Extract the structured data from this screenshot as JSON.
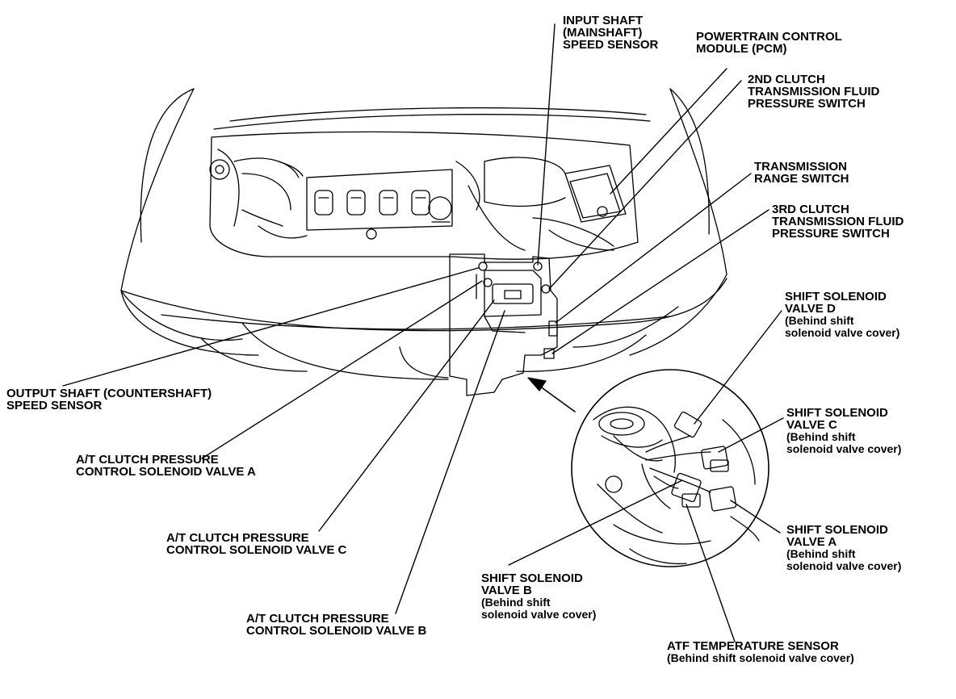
{
  "callouts": {
    "input_shaft": [
      "INPUT SHAFT",
      "(MAINSHAFT)",
      "SPEED SENSOR"
    ],
    "pcm": [
      "POWERTRAIN CONTROL",
      "MODULE (PCM)"
    ],
    "second_clutch": [
      "2ND CLUTCH",
      "TRANSMISSION FLUID",
      "PRESSURE SWITCH"
    ],
    "range_switch": [
      "TRANSMISSION",
      "RANGE SWITCH"
    ],
    "third_clutch": [
      "3RD CLUTCH",
      "TRANSMISSION FLUID",
      "PRESSURE SWITCH"
    ],
    "ssv_d": [
      "SHIFT SOLENOID",
      "VALVE D",
      "(Behind shift",
      "solenoid valve cover)"
    ],
    "ssv_c": [
      "SHIFT SOLENOID",
      "VALVE C",
      "(Behind shift",
      "solenoid valve cover)"
    ],
    "ssv_a": [
      "SHIFT SOLENOID",
      "VALVE A",
      "(Behind shift",
      "solenoid valve cover)"
    ],
    "ssv_b": [
      "SHIFT SOLENOID",
      "VALVE B",
      "(Behind shift",
      "solenoid valve cover)"
    ],
    "atf_temp": [
      "ATF TEMPERATURE SENSOR",
      "(Behind shift solenoid valve cover)"
    ],
    "output_shaft": [
      "OUTPUT SHAFT (COUNTERSHAFT)",
      "SPEED SENSOR"
    ],
    "atc_a": [
      "A/T CLUTCH PRESSURE",
      "CONTROL SOLENOID VALVE A"
    ],
    "atc_c": [
      "A/T CLUTCH PRESSURE",
      "CONTROL SOLENOID VALVE C"
    ],
    "atc_b": [
      "A/T CLUTCH PRESSURE",
      "CONTROL SOLENOID VALVE B"
    ]
  }
}
